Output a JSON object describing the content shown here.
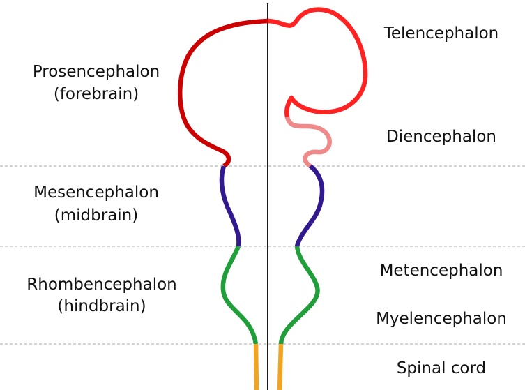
{
  "left_labels": {
    "prosencephalon": [
      "Prosencephalon",
      "(forebrain)"
    ],
    "mesencephalon": [
      "Mesencephalon",
      "(midbrain)"
    ],
    "rhombencephalon": [
      "Rhombencephalon",
      "(hindbrain)"
    ]
  },
  "right_labels": {
    "telencephalon": "Telencephalon",
    "diencephalon": "Diencephalon",
    "metencephalon": "Metencephalon",
    "myelencephalon": "Myelencephalon",
    "spinal_cord": "Spinal cord"
  },
  "colors": {
    "prosencephalon": "#cc0000",
    "telencephalon": "#ff2222",
    "diencephalon": "#f08a8a",
    "mesencephalon": "#33198f",
    "rhombencephalon": "#1f9e3a",
    "spinal_cord": "#f2a31f",
    "divider": "#b9b9b9",
    "midline": "#1a1a1a"
  }
}
